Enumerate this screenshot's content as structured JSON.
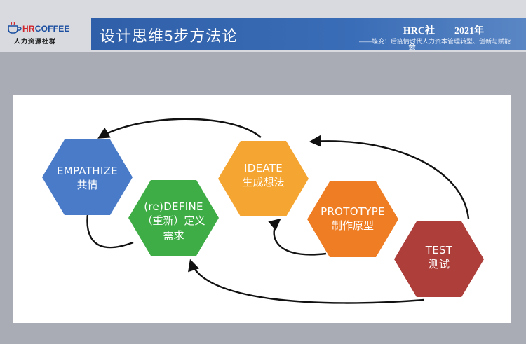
{
  "header": {
    "logo_text_red": "HR",
    "logo_text_blue": "COFFEE",
    "logo_subtitle": "人力资源社群",
    "title": "设计思维5步方法论",
    "org_line": "HRC社　　2021年",
    "org_line_cont": "会",
    "subtitle": "——蝶变：后疫情时代人力资本管理转型、创新与赋能"
  },
  "stages": [
    {
      "en": "EMPATHIZE",
      "zh": "共情",
      "color": "#4a7bc8"
    },
    {
      "en": "(re)DEFINE",
      "zh": "（重新）定义",
      "zh2": "需求",
      "color": "#3fad46"
    },
    {
      "en": "IDEATE",
      "zh": "生成想法",
      "color": "#f5a531"
    },
    {
      "en": "PROTOTYPE",
      "zh": "制作原型",
      "color": "#ef7d24"
    },
    {
      "en": "TEST",
      "zh": "测试",
      "color": "#ad3e3a"
    }
  ],
  "colors": {
    "banner": "#3a6db7",
    "arrow": "#111111"
  }
}
